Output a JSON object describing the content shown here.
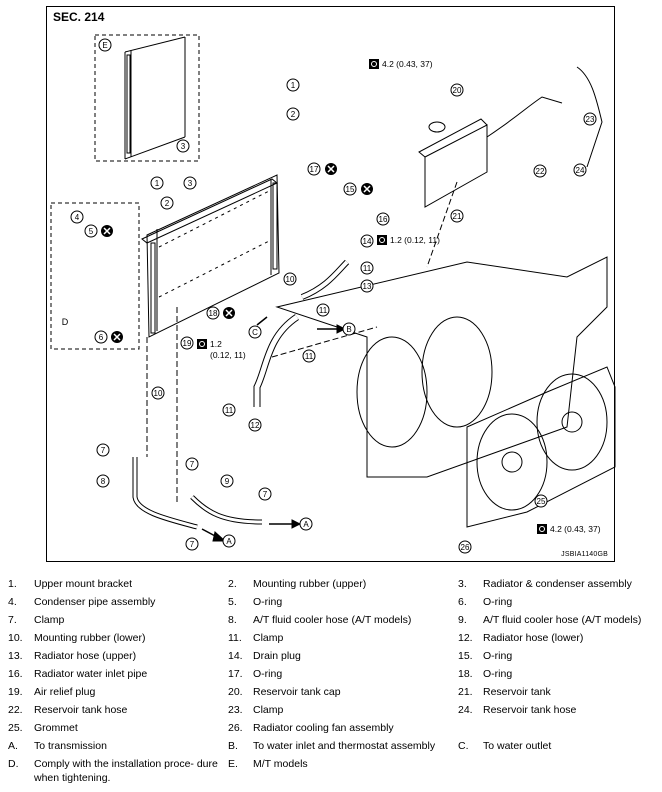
{
  "section": "SEC. 214",
  "image_code": "JSBIA1140GB",
  "torques": {
    "t1": "4.2 (0.43, 37)",
    "t2": "1.2 (0.12, 11)",
    "t3_line1": "1.2",
    "t3_line2": "(0.12, 11)",
    "t4": "4.2 (0.43, 37)"
  },
  "callouts": {
    "c1": "1",
    "c2": "2",
    "c3": "3",
    "c4": "4",
    "c5": "5",
    "c6": "6",
    "c7": "7",
    "c8": "8",
    "c9": "9",
    "c10": "10",
    "c11": "11",
    "c12": "12",
    "c13": "13",
    "c14": "14",
    "c15": "15",
    "c16": "16",
    "c17": "17",
    "c18": "18",
    "c19": "19",
    "c20": "20",
    "c21": "21",
    "c22": "22",
    "c23": "23",
    "c24": "24",
    "c25": "25",
    "c26": "26",
    "A": "A",
    "B": "B",
    "C": "C",
    "D": "D",
    "E": "E"
  },
  "legend": [
    [
      {
        "num": "1.",
        "text": "Upper mount bracket"
      },
      {
        "num": "2.",
        "text": "Mounting rubber (upper)"
      },
      {
        "num": "3.",
        "text": "Radiator & condenser assembly"
      }
    ],
    [
      {
        "num": "4.",
        "text": "Condenser pipe assembly"
      },
      {
        "num": "5.",
        "text": "O-ring"
      },
      {
        "num": "6.",
        "text": "O-ring"
      }
    ],
    [
      {
        "num": "7.",
        "text": "Clamp"
      },
      {
        "num": "8.",
        "text": "A/T fluid cooler hose (A/T models)"
      },
      {
        "num": "9.",
        "text": "A/T fluid cooler hose (A/T models)"
      }
    ],
    [
      {
        "num": "10.",
        "text": "Mounting rubber (lower)"
      },
      {
        "num": "11.",
        "text": "Clamp"
      },
      {
        "num": "12.",
        "text": "Radiator hose (lower)"
      }
    ],
    [
      {
        "num": "13.",
        "text": "Radiator hose (upper)"
      },
      {
        "num": "14.",
        "text": "Drain plug"
      },
      {
        "num": "15.",
        "text": "O-ring"
      }
    ],
    [
      {
        "num": "16.",
        "text": "Radiator water inlet pipe"
      },
      {
        "num": "17.",
        "text": "O-ring"
      },
      {
        "num": "18.",
        "text": "O-ring"
      }
    ],
    [
      {
        "num": "19.",
        "text": "Air relief plug"
      },
      {
        "num": "20.",
        "text": "Reservoir tank cap"
      },
      {
        "num": "21.",
        "text": "Reservoir tank"
      }
    ],
    [
      {
        "num": "22.",
        "text": "Reservoir tank hose"
      },
      {
        "num": "23.",
        "text": "Clamp"
      },
      {
        "num": "24.",
        "text": "Reservoir tank hose"
      }
    ],
    [
      {
        "num": "25.",
        "text": "Grommet"
      },
      {
        "num": "26.",
        "text": "Radiator cooling fan assembly"
      },
      {
        "num": "",
        "text": ""
      }
    ],
    [
      {
        "num": "A.",
        "text": "To transmission"
      },
      {
        "num": "B.",
        "text": "To water inlet and thermostat assembly"
      },
      {
        "num": "C.",
        "text": "To water outlet"
      }
    ],
    [
      {
        "num": "D.",
        "text": "Comply with the installation proce- dure when tightening."
      },
      {
        "num": "E.",
        "text": "M/T models"
      },
      {
        "num": "",
        "text": ""
      }
    ]
  ]
}
